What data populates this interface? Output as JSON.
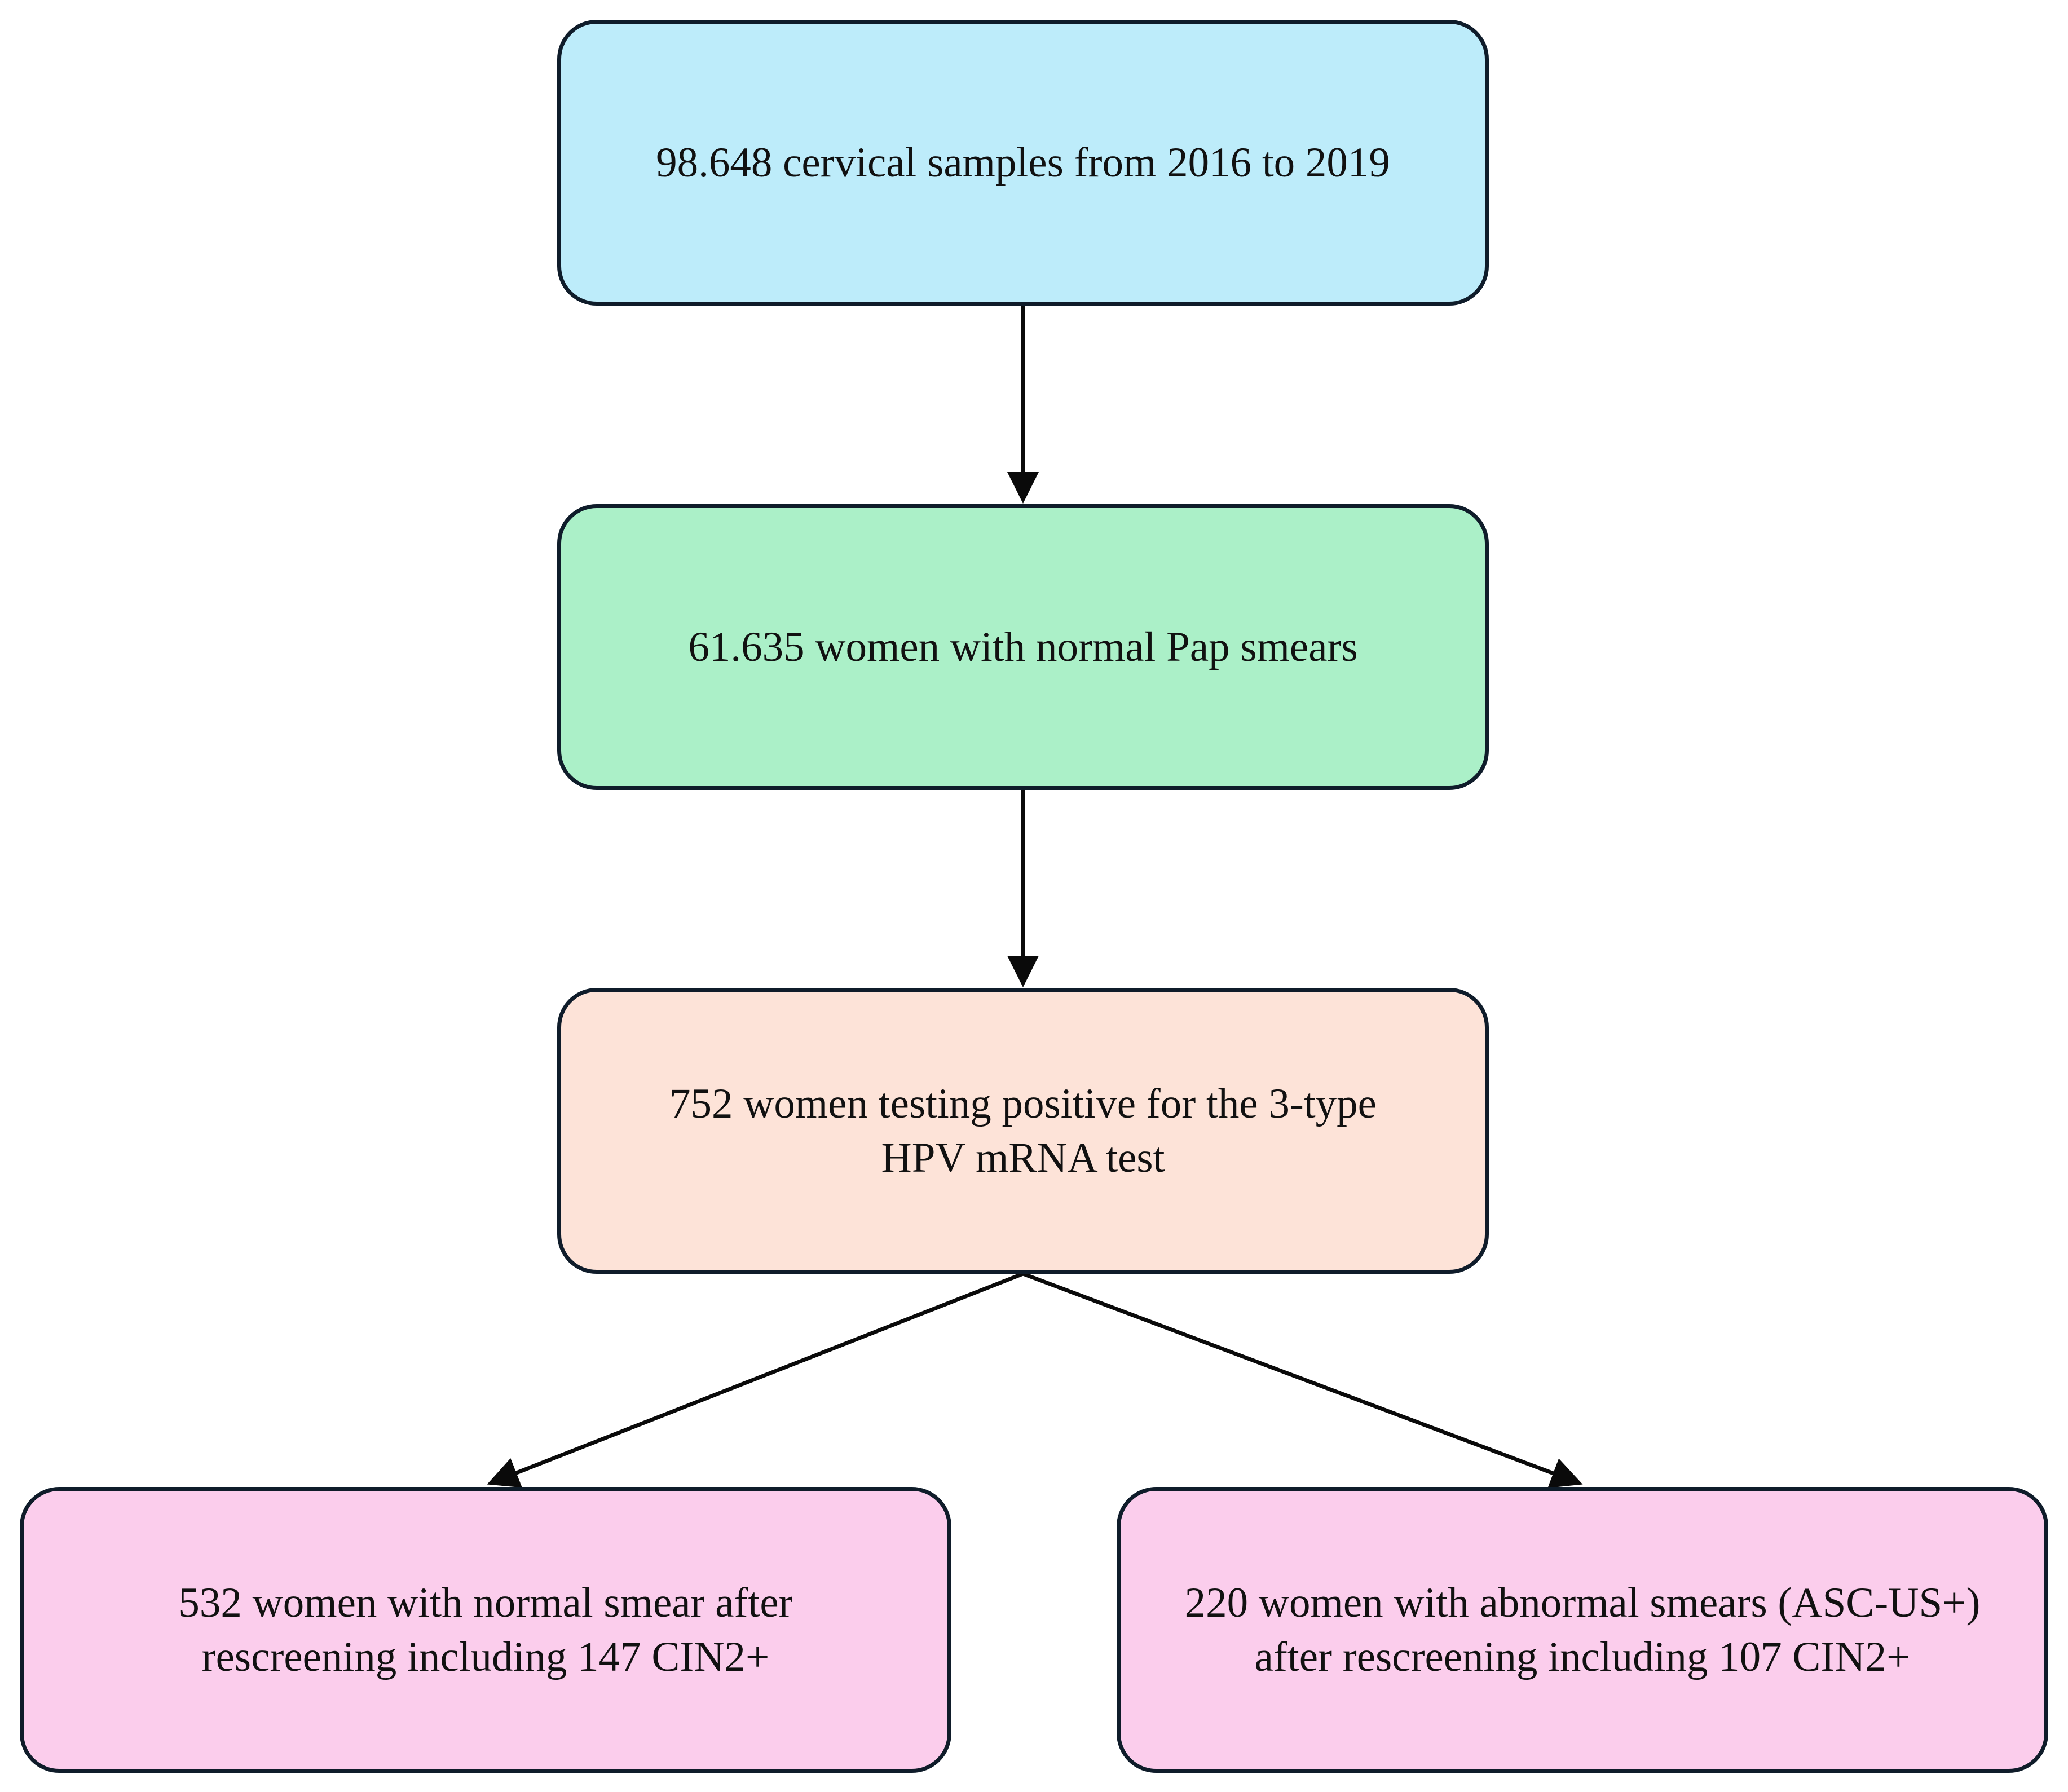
{
  "boxes": [
    {
      "id": "box-1",
      "text": "98.648 cervical samples from 2016 to 2019",
      "fill": "#bdecfa"
    },
    {
      "id": "box-2",
      "text": "61.635 women with normal Pap smears",
      "fill": "#abf0c8"
    },
    {
      "id": "box-3",
      "text": "752 women testing positive for the 3-type\nHPV mRNA test",
      "fill": "#fde3d8"
    },
    {
      "id": "box-4",
      "text": "532 women with normal smear after\nrescreening including 147 CIN2+",
      "fill": "#fbcdec"
    },
    {
      "id": "box-5",
      "text": "220 women with abnormal smears (ASC-US+)\nafter rescreening including 107 CIN2+",
      "fill": "#fbcdec"
    }
  ],
  "edges": [
    {
      "from": "box-1",
      "to": "box-2"
    },
    {
      "from": "box-2",
      "to": "box-3"
    },
    {
      "from": "box-3",
      "to": "box-4"
    },
    {
      "from": "box-3",
      "to": "box-5"
    }
  ],
  "colors": {
    "border": "#0f1c2a",
    "arrow": "#0a0a0a"
  }
}
